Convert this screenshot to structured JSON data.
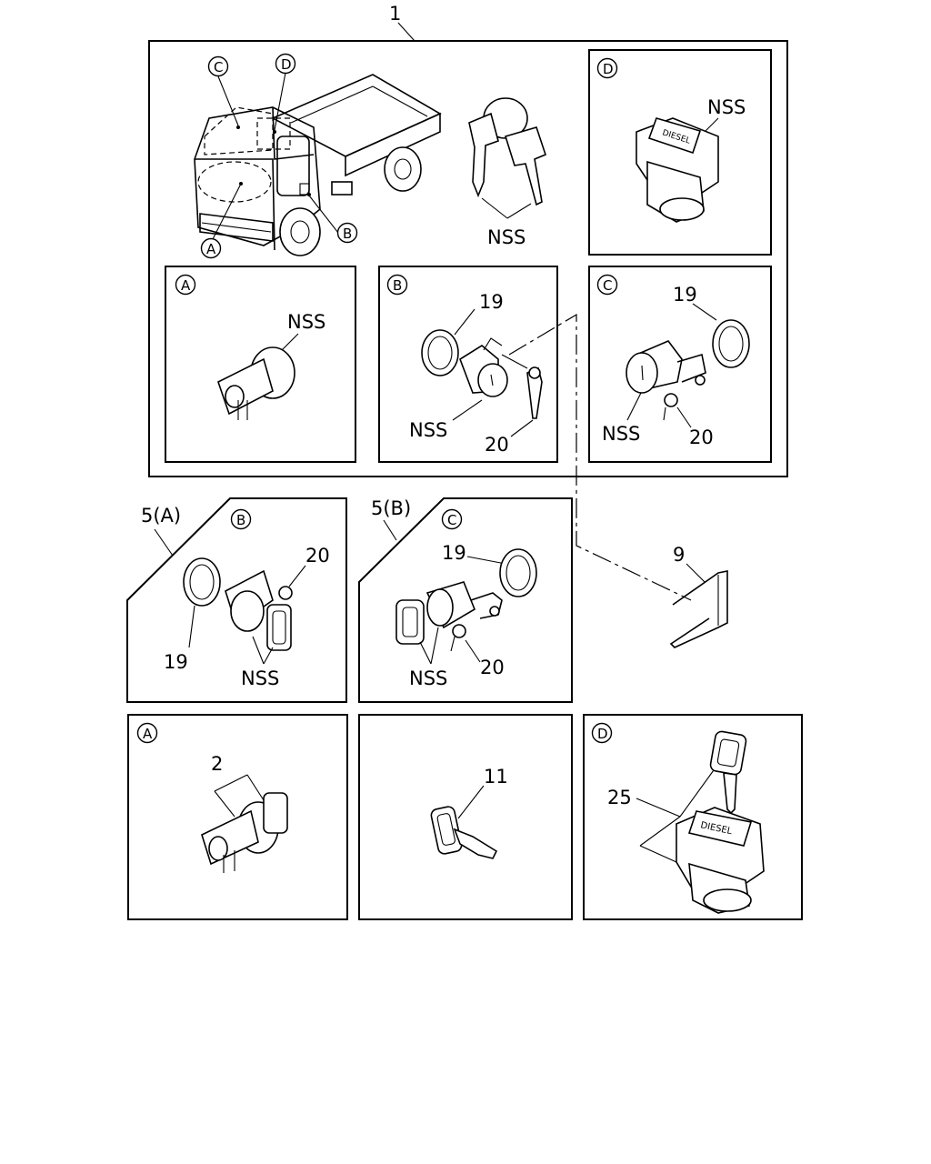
{
  "labels": {
    "assembly": "1",
    "set_a": "5(A)",
    "set_b": "5(B)",
    "nss": "NSS",
    "part_2": "2",
    "part_9": "9",
    "part_11": "11",
    "part_19": "19",
    "part_20": "20",
    "part_25": "25"
  },
  "callouts": {
    "a": "A",
    "b": "B",
    "c": "C",
    "d": "D"
  },
  "stamp": "DIESEL"
}
